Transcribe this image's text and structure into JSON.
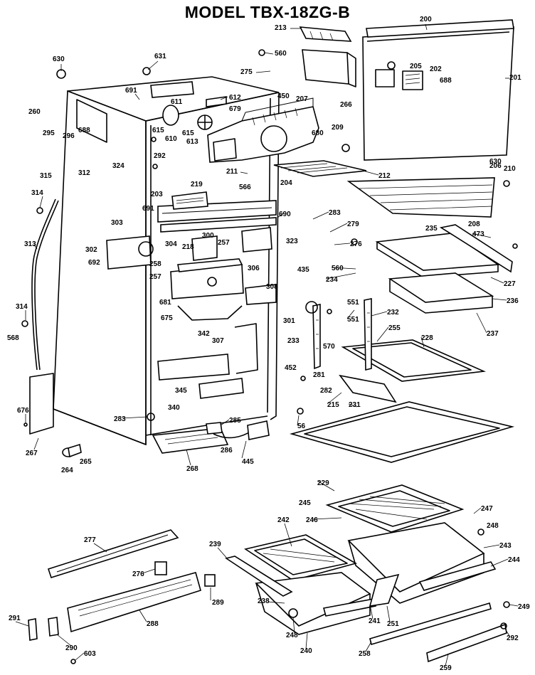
{
  "title": "MODEL TBX-18ZG-B",
  "part_labels": [
    "630",
    "631",
    "691",
    "611",
    "612",
    "679",
    "610",
    "615",
    "613",
    "615",
    "292",
    "324",
    "260",
    "295",
    "296",
    "688",
    "315",
    "312",
    "314",
    "313",
    "314",
    "568",
    "560",
    "275",
    "450",
    "207",
    "266",
    "213",
    "200",
    "205",
    "202",
    "688",
    "201",
    "209",
    "212",
    "211",
    "680",
    "219",
    "203",
    "566",
    "204",
    "691",
    "690",
    "283",
    "279",
    "276",
    "303",
    "302",
    "692",
    "304",
    "218",
    "300",
    "257",
    "323",
    "258",
    "257",
    "306",
    "435",
    "681",
    "675",
    "342",
    "307",
    "308",
    "301",
    "560",
    "234",
    "551",
    "235",
    "473",
    "227",
    "236",
    "206",
    "630",
    "210",
    "208",
    "551",
    "232",
    "237",
    "233",
    "570",
    "255",
    "228",
    "452",
    "281",
    "282",
    "215",
    "231",
    "56",
    "676",
    "267",
    "264",
    "265",
    "283",
    "285",
    "268",
    "286",
    "445",
    "340",
    "345",
    "229",
    "245",
    "246",
    "247",
    "248",
    "277",
    "276",
    "289",
    "288",
    "291",
    "290",
    "603",
    "239",
    "242",
    "243",
    "244",
    "238",
    "241",
    "251",
    "248",
    "240",
    "249",
    "258",
    "259",
    "292"
  ]
}
